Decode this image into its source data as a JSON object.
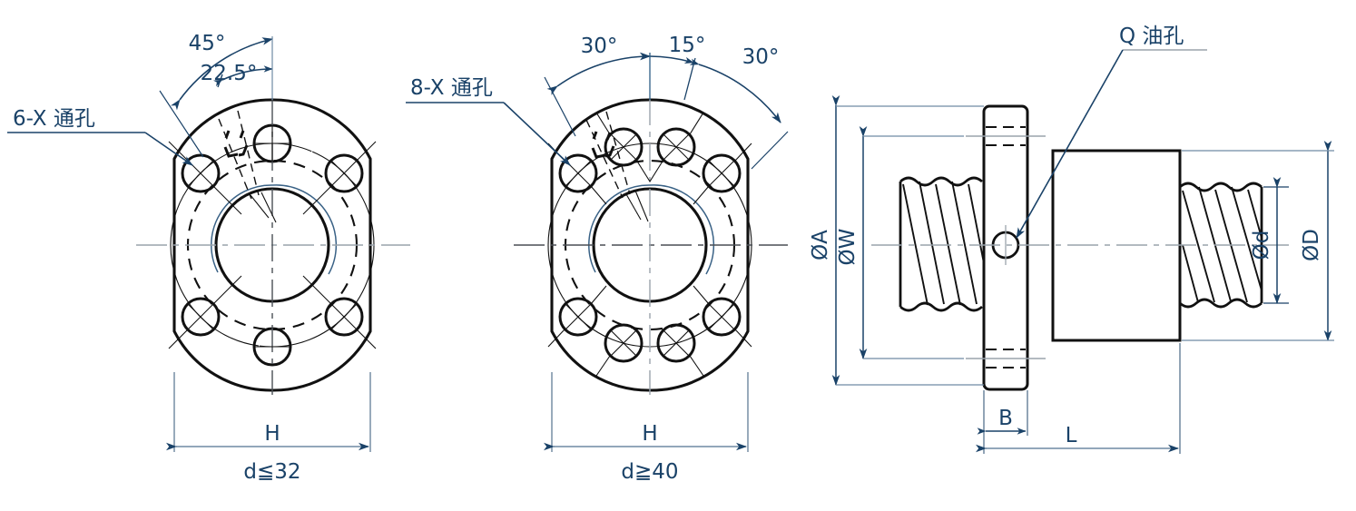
{
  "drawing": {
    "title": "Ball Screw Nut Flange Technical Drawing",
    "line_color": "#111111",
    "dim_color": "#1a4268",
    "center_color": "#9aa3ac",
    "background": "#ffffff"
  },
  "views": {
    "left_flange": {
      "name": "left-flange-view",
      "hole_count": 6,
      "callout": "6-X 通孔",
      "angles": [
        "45°",
        "22.5°"
      ],
      "width_dim": "H",
      "caption": "d≦32"
    },
    "middle_flange": {
      "name": "middle-flange-view",
      "hole_count": 8,
      "callout": "8-X 通孔",
      "angles": [
        "30°",
        "15°",
        "30°"
      ],
      "width_dim": "H",
      "caption": "d≧40"
    },
    "section": {
      "name": "section-side-view",
      "oil_hole_callout": "Q 油孔",
      "dims": {
        "phiA": "ØA",
        "phiW": "ØW",
        "phid": "Ød",
        "phiD": "ØD",
        "B": "B",
        "L": "L"
      }
    }
  },
  "labels": {
    "callout_6x": "6-X 通孔",
    "callout_8x": "8-X 通孔",
    "angle_45": "45°",
    "angle_22_5": "22.5°",
    "angle_30_left": "30°",
    "angle_15": "15°",
    "angle_30_right": "30°",
    "oil_hole": "Q 油孔",
    "H_left": "H",
    "H_mid": "H",
    "caption_left": "d≦32",
    "caption_mid": "d≧40",
    "phiA": "ØA",
    "phiW": "ØW",
    "phid": "Ød",
    "phiD": "ØD",
    "B": "B",
    "L": "L"
  }
}
